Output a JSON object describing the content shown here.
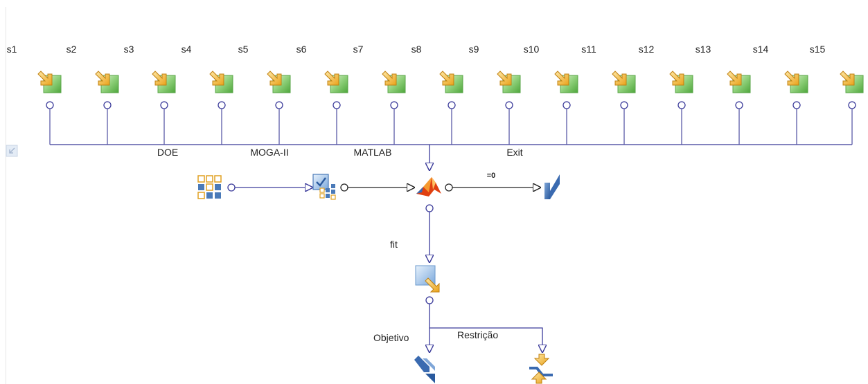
{
  "diagram": {
    "input_variables": [
      "s1",
      "s2",
      "s3",
      "s4",
      "s5",
      "s6",
      "s7",
      "s8",
      "s9",
      "s10",
      "s11",
      "s12",
      "s13",
      "s14",
      "s15",
      ""
    ],
    "bus_labels": {
      "doe": "DOE",
      "scheduler": "MOGA-II",
      "matlab": "MATLAB",
      "exit": "Exit"
    },
    "condition_label": "=0",
    "output_label": "fit",
    "objective_label": "Objetivo",
    "constraint_label": "Restrição"
  },
  "colors": {
    "line": "#3a3a9a",
    "bus_line": "#5a5aa8",
    "input_node_green": "#66bb55",
    "input_arrow_orange": "#f0b020",
    "doe_node_blue": "#4a7ab8",
    "doe_node_orange": "#e8a020",
    "matlab_red": "#e04010",
    "exit_blue": "#3a6ab0"
  },
  "icons": {
    "input": "input-variable-icon",
    "doe": "doe-grid-icon",
    "scheduler": "scheduler-icon",
    "matlab": "matlab-node-icon",
    "exit": "logic-end-icon",
    "output": "output-variable-icon",
    "objective": "objective-icon",
    "constraint": "constraint-icon"
  }
}
